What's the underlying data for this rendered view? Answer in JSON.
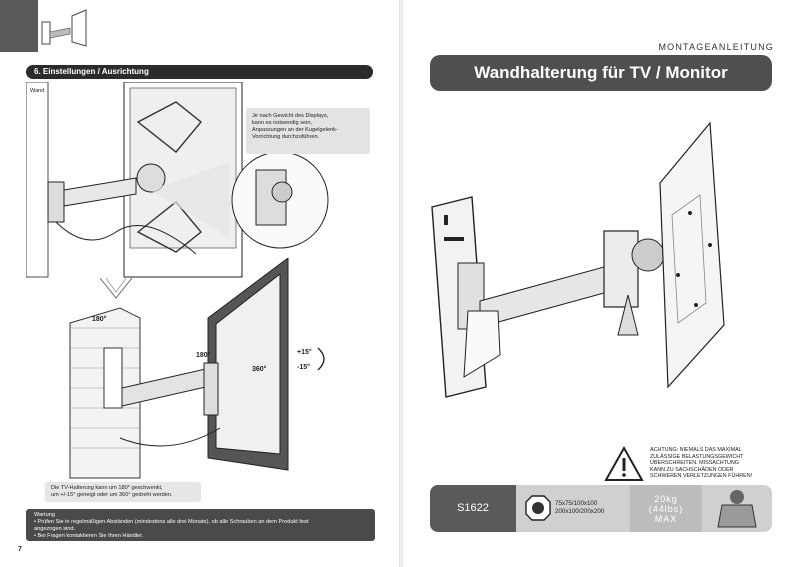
{
  "left_page": {
    "section_title": "6. Einstellungen / Ausrichtung",
    "wall_label": "Wand",
    "callout_lines": [
      "Je nach Gewicht des Displays,",
      "kann es notwendig sein,",
      "Anpassungen an der Kugelgelenk-",
      "Vorrichtung durchzuführen."
    ],
    "rotation_180_a": "180°",
    "rotation_180_b": "180°",
    "rotation_360": "360°",
    "tilt_plus": "+15°",
    "tilt_minus": "-15°",
    "note_lines": [
      "Die TV-Halterung kann um 180° geschwenkt,",
      "um +/-15° geneigt oder um 360° gedreht werden."
    ],
    "warning_lines": [
      "Wartung",
      "• Prüfen Sie in regelmäßigen Abständen (mindestens alle drei Monate), ob alle Schrauben an dem Produkt fest",
      "  angezogen sind.",
      "• Bei Fragen kontaktieren Sie Ihren Händler."
    ],
    "page_number": "7"
  },
  "right_page": {
    "header": "MONTAGEANLEITUNG",
    "title": "Wandhalterung für TV / Monitor",
    "caution_lines": [
      "ACHTUNG: NIEMALS DAS MAXIMAL",
      "ZULÄSSIGE BELASTUNGSGEWICHT",
      "ÜBERSCHREITEN. MISSACHTUNG",
      "KANN ZU SACHSCHÄDEN ODER",
      "SCHWEREN VERLETZUNGEN FÜHREN!"
    ],
    "model": "S1622",
    "vesa_lines": [
      "75x75/100x100",
      "200x100/200x200"
    ],
    "load_lines": [
      "20kg",
      "(44lbs)",
      "MAX"
    ]
  }
}
